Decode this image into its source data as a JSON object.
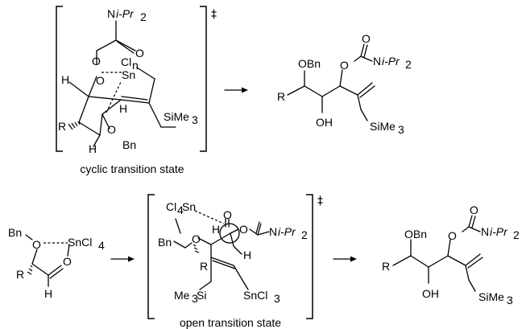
{
  "top_ts": {
    "caption": "cyclic transition state",
    "dagger": "‡",
    "labels": {
      "n": "N",
      "ipr2": "i-Pr",
      "sub2": "2",
      "o_carbonyl": "O",
      "o_ester": "O",
      "cl": "Cl",
      "sub_n": "n",
      "sn": "Sn",
      "h_left": "H",
      "o_ring": "O",
      "h_mid": "H",
      "tms": "SiMe",
      "sub3": "3",
      "r": "R",
      "o_bn": "O",
      "bn": "Bn",
      "h_bottom": "H"
    }
  },
  "top_product": {
    "labels": {
      "obn": "OBn",
      "o_carbonyl": "O",
      "o_ester": "O",
      "n": "N",
      "ipr2": "i-Pr",
      "sub2": "2",
      "r": "R",
      "oh": "OH",
      "tms": "SiMe",
      "sub3": "3"
    }
  },
  "bottom_reactant": {
    "labels": {
      "bn": "Bn",
      "o1": "O",
      "sncl4": "SnCl",
      "sub4": "4",
      "o2": "O",
      "r": "R",
      "h": "H"
    }
  },
  "bottom_ts": {
    "caption": "open transition state",
    "dagger": "‡",
    "labels": {
      "cl4sn": "Cl",
      "sub4": "4",
      "sn": "Sn",
      "o_carbonyl": "O",
      "o_ester": "O",
      "n": "N",
      "ipr2": "i-Pr",
      "sub2": "2",
      "h_top": "H",
      "h_right": "H",
      "bn": "Bn",
      "o_bn": "O",
      "r": "R",
      "me3si": "Me",
      "sub3a": "3",
      "si": "Si",
      "sncl3": "SnCl",
      "sub3b": "3"
    }
  },
  "bottom_product": {
    "labels": {
      "obn": "OBn",
      "o_carbonyl": "O",
      "o_ester": "O",
      "n": "N",
      "ipr2": "i-Pr",
      "sub2": "2",
      "r": "R",
      "oh": "OH",
      "tms": "SiMe",
      "sub3": "3"
    }
  }
}
